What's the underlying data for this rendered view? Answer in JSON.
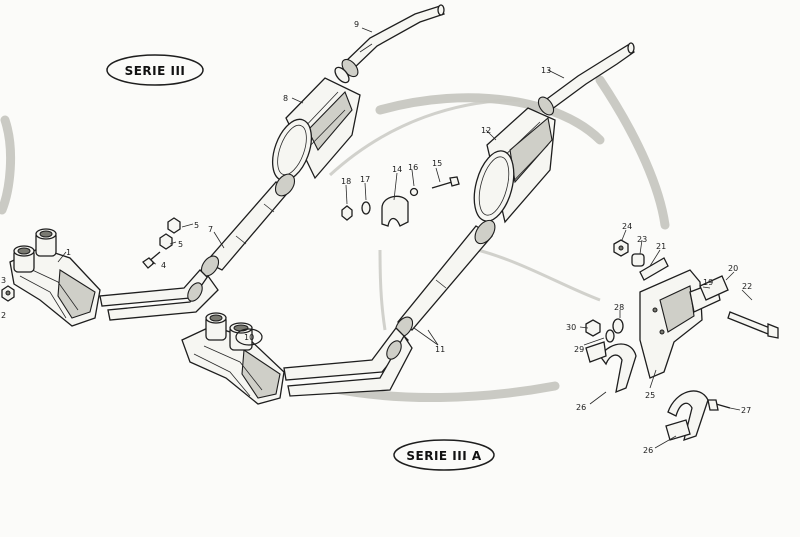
{
  "series_labels": {
    "serie_iii": "SERIE III",
    "serie_iiia": "SERIE III A"
  },
  "part_numbers": {
    "n1": "1",
    "n2": "2",
    "n3": "3",
    "n4": "4",
    "n5a": "5",
    "n5b": "5",
    "n7": "7",
    "n8": "8",
    "n9": "9",
    "n10": "10",
    "n11": "11",
    "n12": "12",
    "n13": "13",
    "n14": "14",
    "n15": "15",
    "n16": "16",
    "n17": "17",
    "n18": "18",
    "n19": "19",
    "n20": "20",
    "n21": "21",
    "n22": "22",
    "n23": "23",
    "n24": "24",
    "n25": "25",
    "n26a": "26",
    "n26b": "26",
    "n27": "27",
    "n28": "28",
    "n29": "29",
    "n30": "30"
  }
}
